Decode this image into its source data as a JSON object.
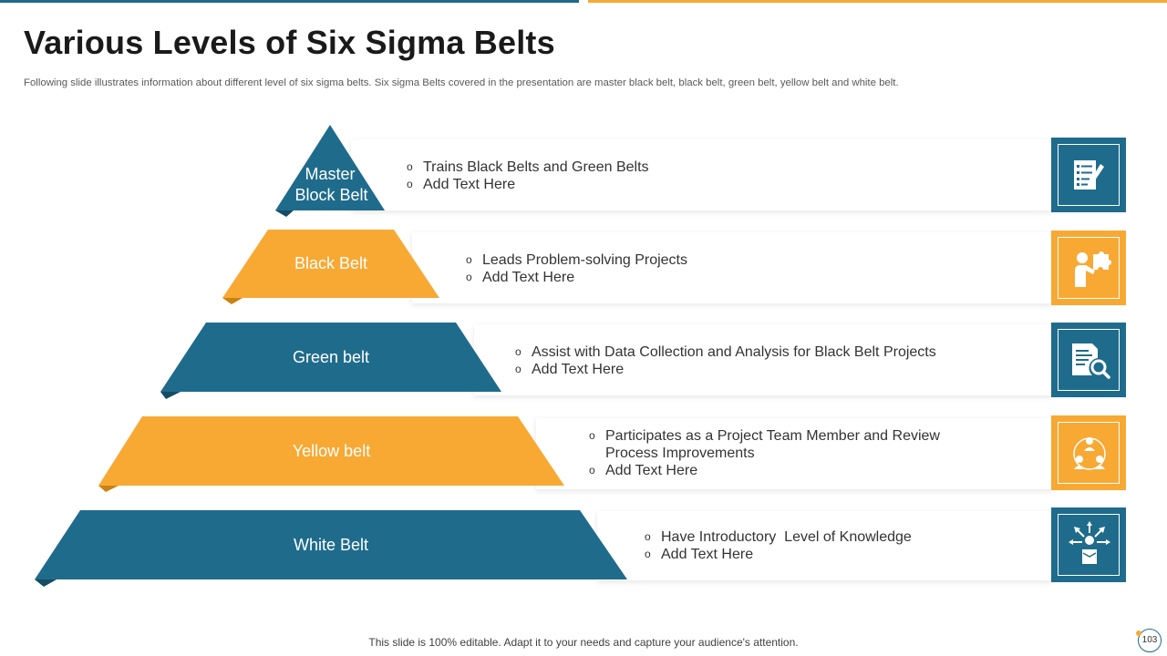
{
  "title": "Various Levels of Six Sigma Belts",
  "subtitle": "Following slide illustrates information about different level of six sigma belts. Six sigma Belts covered in the presentation are master black belt, black belt, green belt, yellow belt and white belt.",
  "colors": {
    "blue": "#1f6b8c",
    "orange": "#f7a934"
  },
  "levels": [
    {
      "label_line1": "Master",
      "label_line2": "Block Belt",
      "points": [
        "Trains Black Belts and Green Belts",
        "Add Text Here"
      ],
      "icon": "checklist-pen-icon",
      "color": "blue"
    },
    {
      "label": "Black Belt",
      "points": [
        "Leads Problem-solving Projects",
        "Add Text Here"
      ],
      "icon": "person-puzzle-icon",
      "color": "orange"
    },
    {
      "label": "Green belt",
      "points": [
        "Assist with Data Collection and Analysis for Black Belt Projects",
        "Add Text Here"
      ],
      "icon": "document-search-icon",
      "color": "blue"
    },
    {
      "label": "Yellow belt",
      "points": [
        "Participates as a Project Team Member and Review",
        "Process Improvements",
        "Add Text Here"
      ],
      "icon": "team-network-icon",
      "color": "orange"
    },
    {
      "label": "White Belt",
      "points": [
        "Have Introductory  Level of Knowledge",
        "Add Text Here"
      ],
      "icon": "learner-ideas-icon",
      "color": "blue"
    }
  ],
  "bullet_symbol": "o",
  "footer": "This slide is 100% editable. Adapt it to your needs and capture your audience's attention.",
  "page_number": "103"
}
